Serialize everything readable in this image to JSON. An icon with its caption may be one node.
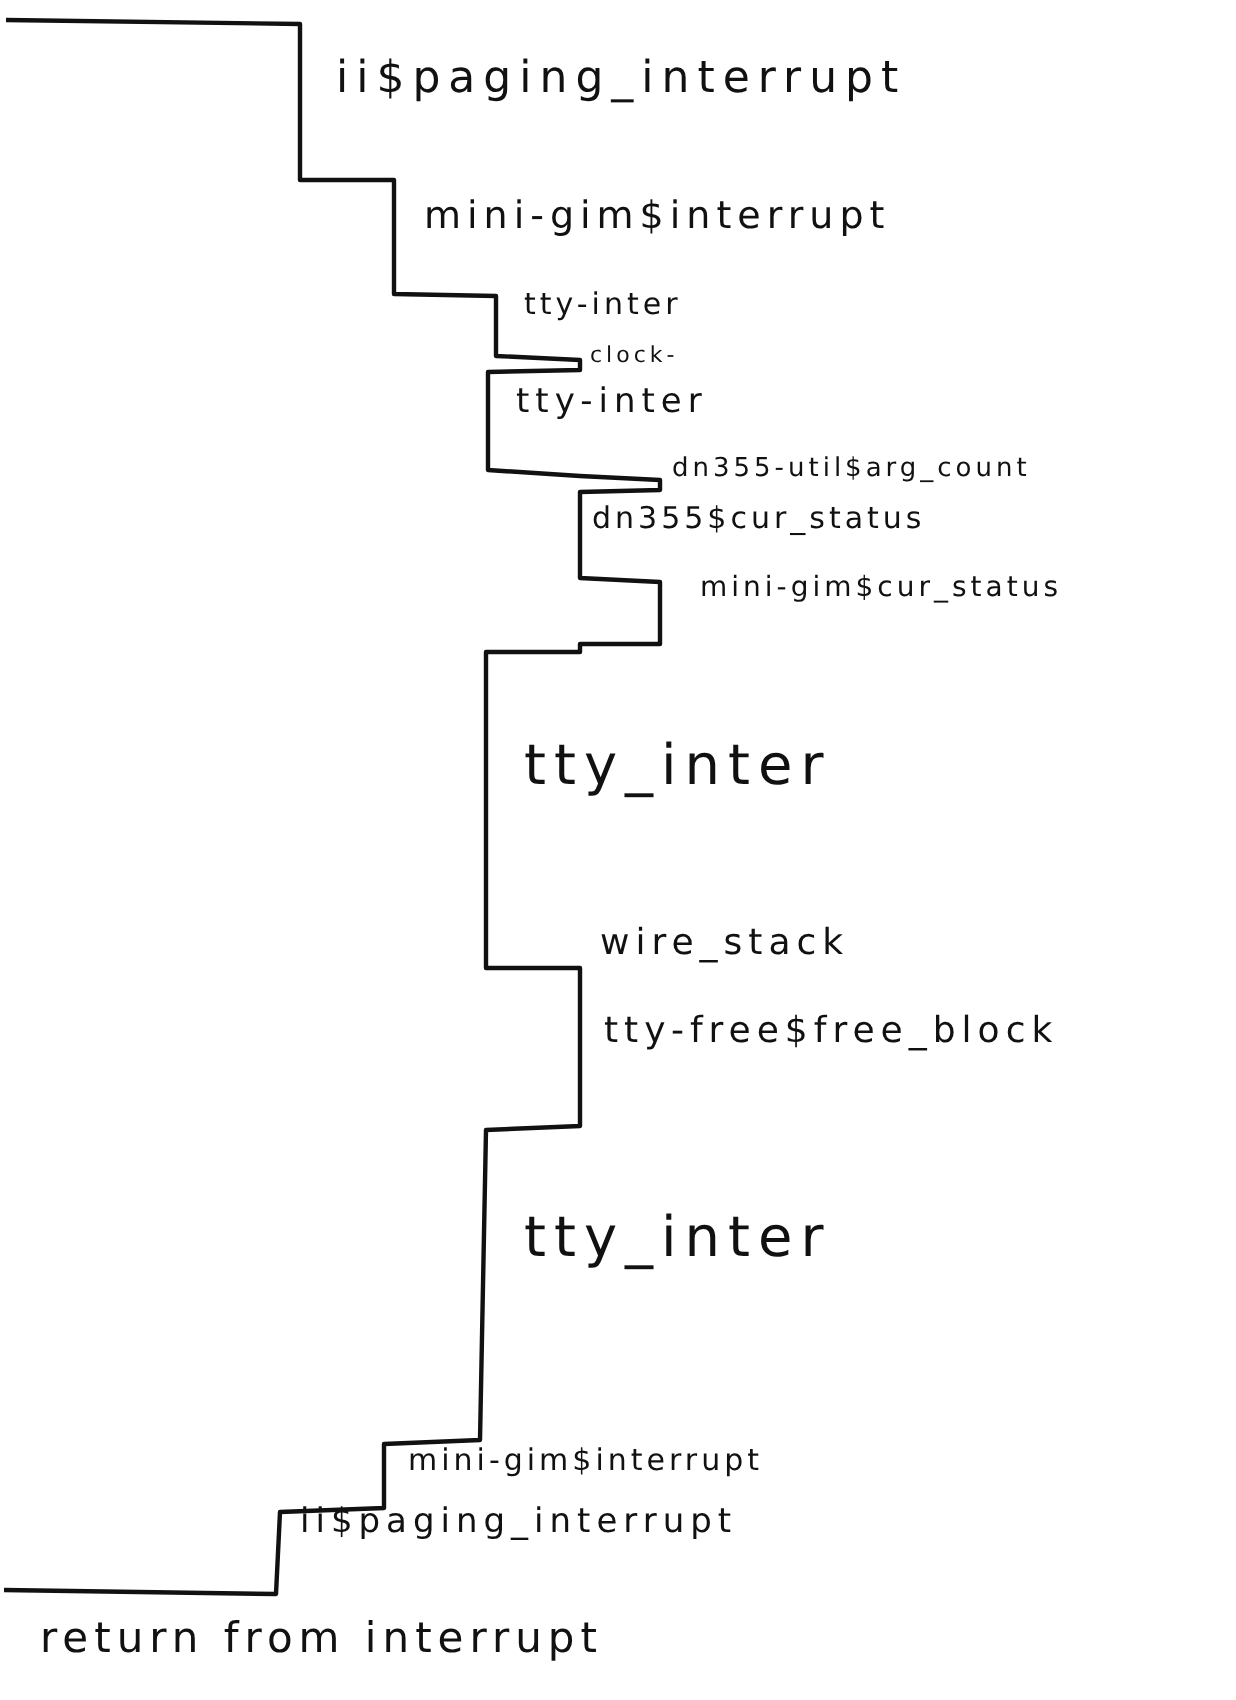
{
  "diagram": {
    "labels": [
      "ii$paging_interrupt",
      "mini-gim$interrupt",
      "tty-inter",
      "clock-",
      "tty-inter",
      "dn355-util$arg_count",
      "dn355$cur_status",
      "mini-gim$cur_status",
      "tty_inter",
      "wire_stack",
      "tty-free$free_block",
      "tty_inter",
      "mini-gim$interrupt",
      "ii$paging_interrupt",
      "return from interrupt"
    ]
  }
}
